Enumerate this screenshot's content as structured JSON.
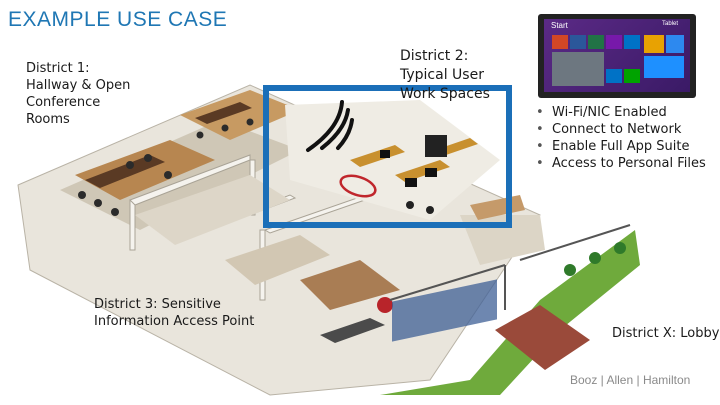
{
  "title": "EXAMPLE USE CASE",
  "districts": {
    "d1": "District 1: Hallway & Open Conference Rooms",
    "d2": "District 2: Typical User Work Spaces",
    "d3": "District 3: Sensitive Information Access Point",
    "dx": "District X: Lobby & Exterior"
  },
  "features": [
    "Wi-Fi/NIC Enabled",
    "Connect to Network",
    "Enable Full App Suite",
    "Access to Personal Files"
  ],
  "tablet": {
    "start_label": "Start",
    "user_label": "Tablet"
  },
  "brand": "Booz | Allen | Hamilton",
  "colors": {
    "accent": "#1f77b4",
    "highlight_box": "#1b6fb8",
    "signal": "#111111",
    "marker": "#c0262c"
  }
}
